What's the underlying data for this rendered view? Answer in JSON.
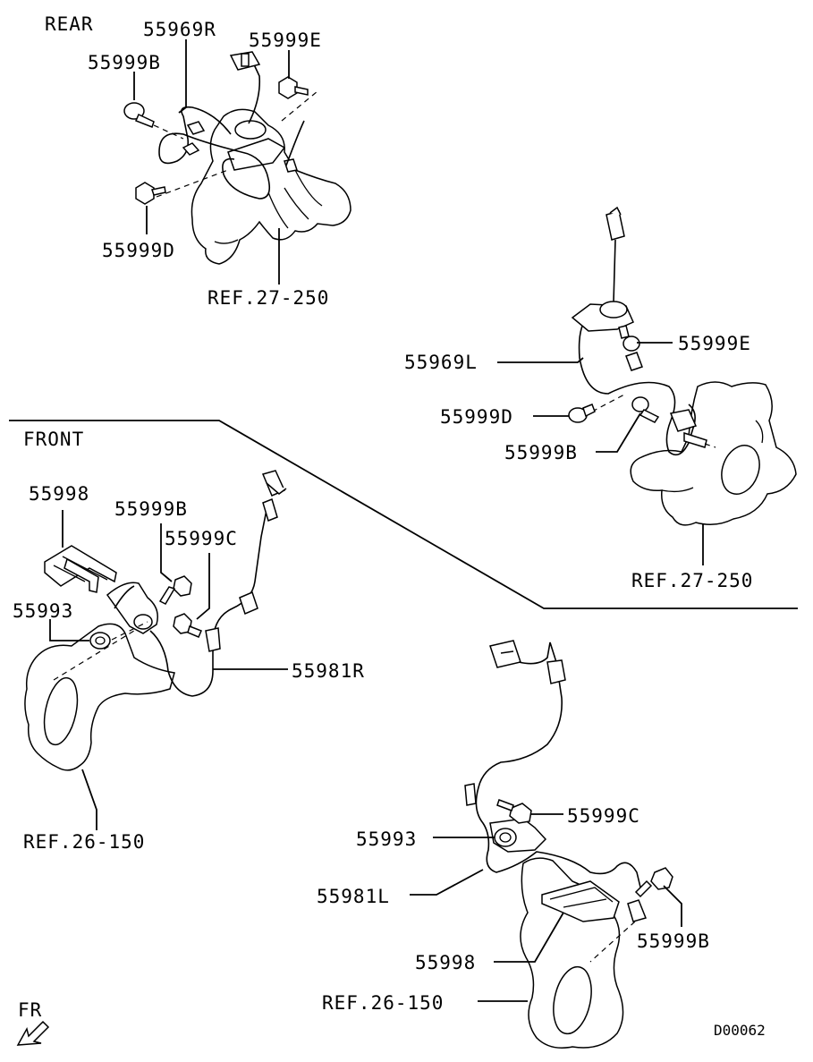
{
  "sections": {
    "rear": "REAR",
    "front": "FRONT"
  },
  "rear_right": {
    "sensor": "55969R",
    "bolt_e": "55999E",
    "bolt_b": "55999B",
    "bolt_d": "55999D",
    "ref": "REF.27-250"
  },
  "rear_left": {
    "sensor": "55969L",
    "bolt_e": "55999E",
    "bolt_d": "55999D",
    "bolt_b": "55999B",
    "ref": "REF.27-250"
  },
  "front_right": {
    "bracket": "55998",
    "bolt_b": "55999B",
    "bolt_c": "55999C",
    "cap": "55993",
    "sensor": "55981R",
    "ref": "REF.26-150"
  },
  "front_left": {
    "bolt_c": "55999C",
    "cap": "55993",
    "sensor": "55981L",
    "bracket": "55998",
    "bolt_b": "55999B",
    "ref": "REF.26-150"
  },
  "direction": "FR",
  "diagram_code": "D00062"
}
